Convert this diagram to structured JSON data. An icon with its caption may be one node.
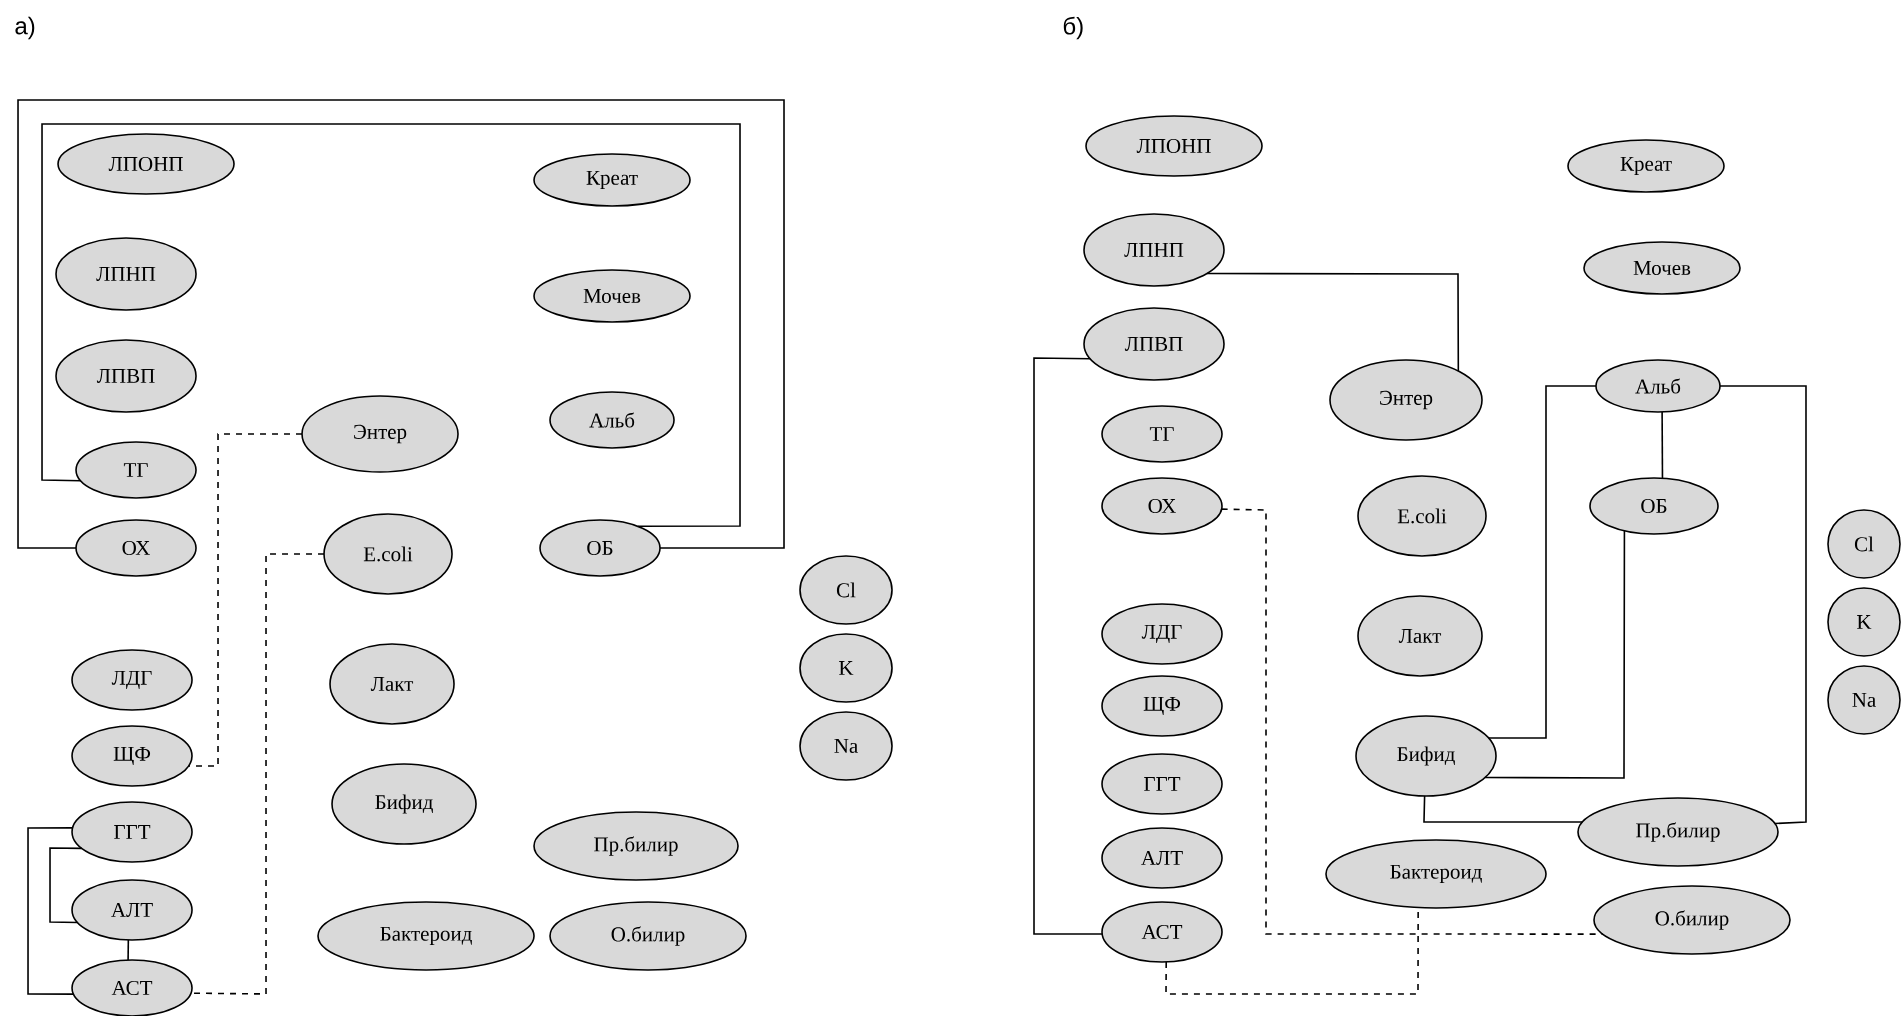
{
  "diagram": {
    "nodes": [
      {
        "text": [
          "ЛПОНП"
        ]
      },
      {
        "text": [
          "ЛПНП"
        ]
      },
      {
        "text": [
          "ЛПВП"
        ]
      },
      {
        "text": [
          "ТГ"
        ]
      },
      {
        "text": [
          "ОХ"
        ]
      },
      {
        "text": [
          "Энтер"
        ]
      },
      {
        "text": [
          "E.coli"
        ]
      },
      {
        "text": [
          "ЛДГ"
        ]
      },
      {
        "text": [
          "ЩФ"
        ]
      },
      {
        "text": [
          "ГГТ"
        ]
      },
      {
        "text": [
          "АЛТ"
        ]
      },
      {
        "text": [
          "АСТ"
        ]
      },
      {
        "text": [
          "Лакт"
        ]
      },
      {
        "text": [
          "Бифид"
        ]
      },
      {
        "text": [
          "Бактероид"
        ]
      },
      {
        "text": [
          "Креат"
        ]
      },
      {
        "text": [
          "Мочев"
        ]
      },
      {
        "text": [
          "Альб"
        ]
      },
      {
        "text": [
          "ОБ"
        ]
      },
      {
        "text": [
          "Пр.билир"
        ]
      },
      {
        "text": [
          "О.билир"
        ]
      },
      {
        "text": [
          "Cl"
        ]
      },
      {
        "text": [
          "K"
        ]
      },
      {
        "text": [
          "Na"
        ]
      },
      {
        "text": [
          "ЛПОНП"
        ]
      },
      {
        "text": [
          "ЛПНП"
        ]
      },
      {
        "text": [
          "ЛПВП"
        ]
      },
      {
        "text": [
          "ТГ"
        ]
      },
      {
        "text": [
          "ОХ"
        ]
      },
      {
        "text": [
          "ЛДГ"
        ]
      },
      {
        "text": [
          "ЩФ"
        ]
      },
      {
        "text": [
          "ГГТ"
        ]
      },
      {
        "text": [
          "АЛТ"
        ]
      },
      {
        "text": [
          "АСТ"
        ]
      },
      {
        "text": [
          "Энтер"
        ]
      },
      {
        "text": [
          "E.coli"
        ]
      },
      {
        "text": [
          "Лакт"
        ]
      },
      {
        "text": [
          "Бифид"
        ]
      },
      {
        "text": [
          "Бактероид"
        ]
      },
      {
        "text": [
          "Креат"
        ]
      },
      {
        "text": [
          "Мочев"
        ]
      },
      {
        "text": [
          "Альб"
        ]
      },
      {
        "text": [
          "ОБ"
        ]
      },
      {
        "text": [
          "Пр.билир"
        ]
      },
      {
        "text": [
          "О.билир"
        ]
      },
      {
        "text": [
          "Cl"
        ]
      },
      {
        "text": [
          "K"
        ]
      },
      {
        "text": [
          "Na"
        ]
      }
    ],
    "edges": [
      {
        "from": 3,
        "to": 18,
        "arrow": "none"
      },
      {
        "from": 4,
        "to": 18,
        "arrow": "none"
      },
      {
        "from": 5,
        "to": 8,
        "arrow": "none",
        "style": "dashed"
      },
      {
        "from": 6,
        "to": 11,
        "arrow": "none",
        "style": "dashed"
      },
      {
        "from": 9,
        "to": 11,
        "arrow": "none"
      },
      {
        "from": 9,
        "to": 10,
        "arrow": "none"
      },
      {
        "from": 10,
        "to": 11,
        "arrow": "none"
      },
      {
        "from": 25,
        "to": 34,
        "arrow": "none"
      },
      {
        "from": 26,
        "to": 33,
        "arrow": "none"
      },
      {
        "from": 28,
        "to": 44,
        "arrow": "none",
        "style": "dashed"
      },
      {
        "from": 33,
        "to": 38,
        "arrow": "none",
        "style": "dashed"
      },
      {
        "from": 41,
        "to": 37,
        "arrow": "none"
      },
      {
        "from": 41,
        "to": 42,
        "arrow": "none"
      },
      {
        "from": 42,
        "to": 37,
        "arrow": "none"
      },
      {
        "from": 41,
        "to": 43,
        "arrow": "none"
      },
      {
        "from": 37,
        "to": 43,
        "arrow": "none"
      }
    ],
    "labels": [
      "а)",
      "б)"
    ]
  }
}
